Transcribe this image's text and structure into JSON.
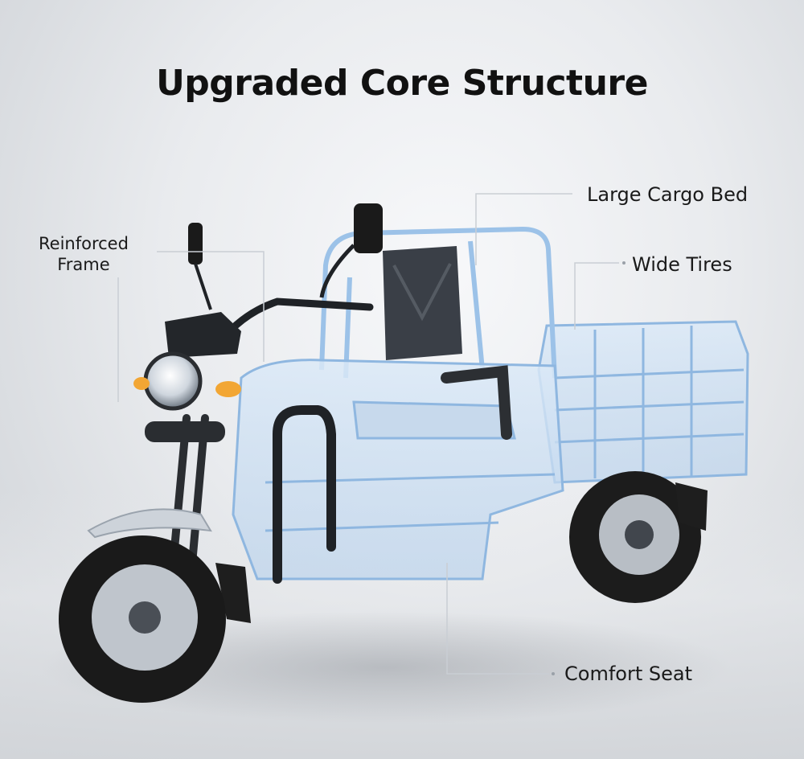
{
  "title": "Upgraded Core Structure",
  "callouts": {
    "cargo_bed": "Large Cargo Bed",
    "wide_tires": "Wide Tires",
    "frame_line1": "Reinforced",
    "frame_line2": "Frame",
    "comfort_seat": "Comfort Seat"
  },
  "colors": {
    "background": "#e9ebee",
    "frame_blue": "#9fc4e8",
    "tire": "#1c1c1c",
    "title_text": "#111111"
  }
}
